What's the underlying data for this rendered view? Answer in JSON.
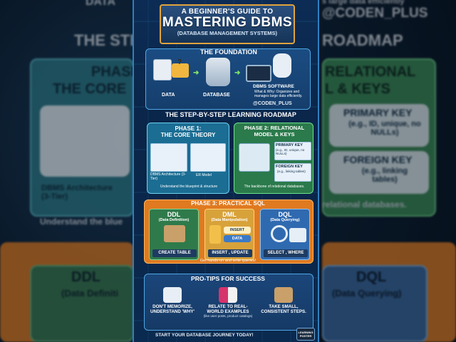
{
  "poster": {
    "title_top": "A BEGINNER'S GUIDE TO",
    "title_main": "MASTERING DBMS",
    "title_sub": "(DATABASE MANAGEMENT SYSTEMS)",
    "watermark": "@CODEN_PLUS",
    "foundation": {
      "heading": "THE FOUNDATION",
      "data_label": "DATA",
      "database_label": "DATABASE",
      "software_label": "DBMS SOFTWARE",
      "what_why": "What & Why: Organizes and manages large data efficiently."
    },
    "roadmap_heading": "THE STEP-BY-STEP LEARNING ROADMAP",
    "phase1": {
      "title": "PHASE 1:\nTHE CORE THEORY",
      "item1": "DBMS Architecture (3-Tier)",
      "item2": "ER Model",
      "footer": "Understand the blueprint & structure"
    },
    "phase2": {
      "title": "PHASE 2: RELATIONAL MODEL & KEYS",
      "primary_key": "PRIMARY KEY",
      "primary_desc": "(e.g., ID, unique, no NULLs)",
      "foreign_key": "FOREIGN KEY",
      "foreign_desc": "(e.g., linking tables)",
      "footer": "The backbone of relational databases."
    },
    "phase3": {
      "title": "PHASE 3: PRACTICAL SQL",
      "ddl": "DDL",
      "ddl_sub": "(Data Definition)",
      "ddl_tag": "CREATE TABLE",
      "dml": "DML",
      "dml_sub": "(Data Manipulation)",
      "dml_tag": "INSERT , UPDATE",
      "dml_insert": "INSERT",
      "dml_data": "DATA",
      "dql": "DQL",
      "dql_sub": "(Data Querying)",
      "dql_tag": "SELECT , WHERE",
      "footer": "Get hands-on and write queries!"
    },
    "pro_tips": {
      "title": "PRO-TIPS FOR SUCCESS",
      "tip1": "DON'T MEMORIZE, UNDERSTAND 'WHY'",
      "tip2": "RELATE TO REAL-WORLD EXAMPLES",
      "tip2_sub": "(like user posts, product catalogs)",
      "tip3": "TAKE SMALL, CONSISTENT STEPS."
    },
    "footer": "START YOUR DATABASE JOURNEY TODAY!",
    "badge": "LEARNING POSTER"
  },
  "background": {
    "top_left": "DATA",
    "top_right_watermark": "@CODEN_PLUS",
    "top_right_text": "s large data efficiently",
    "roadmap_fragment": "THE STE",
    "roadmap_fragment_right": "ROADMAP",
    "phase_left_1": "PHASE",
    "phase_left_2": "THE CORE",
    "phase_right_1": "RELATIONAL",
    "phase_right_2": "L & KEYS",
    "primary_key": "PRIMARY KEY",
    "primary_desc": "(e.g., ID, unique, no NULLs)",
    "foreign_key": "FOREIGN KEY",
    "foreign_desc": "(e.g., linking tables)",
    "arch_label": "DBMS Architecture (3-Tier)",
    "understand": "Understand the blue",
    "relational_db": "relational databases.",
    "ddl": "DDL",
    "ddl_sub": "(Data Definiti",
    "dql": "DQL",
    "dql_sub": "(Data Querying)"
  },
  "colors": {
    "frame": "#2f7fc0",
    "phase1": "#1b6d93",
    "phase2": "#2b7a4b",
    "phase3": "#e07a20",
    "accent": "#e0a33c"
  }
}
